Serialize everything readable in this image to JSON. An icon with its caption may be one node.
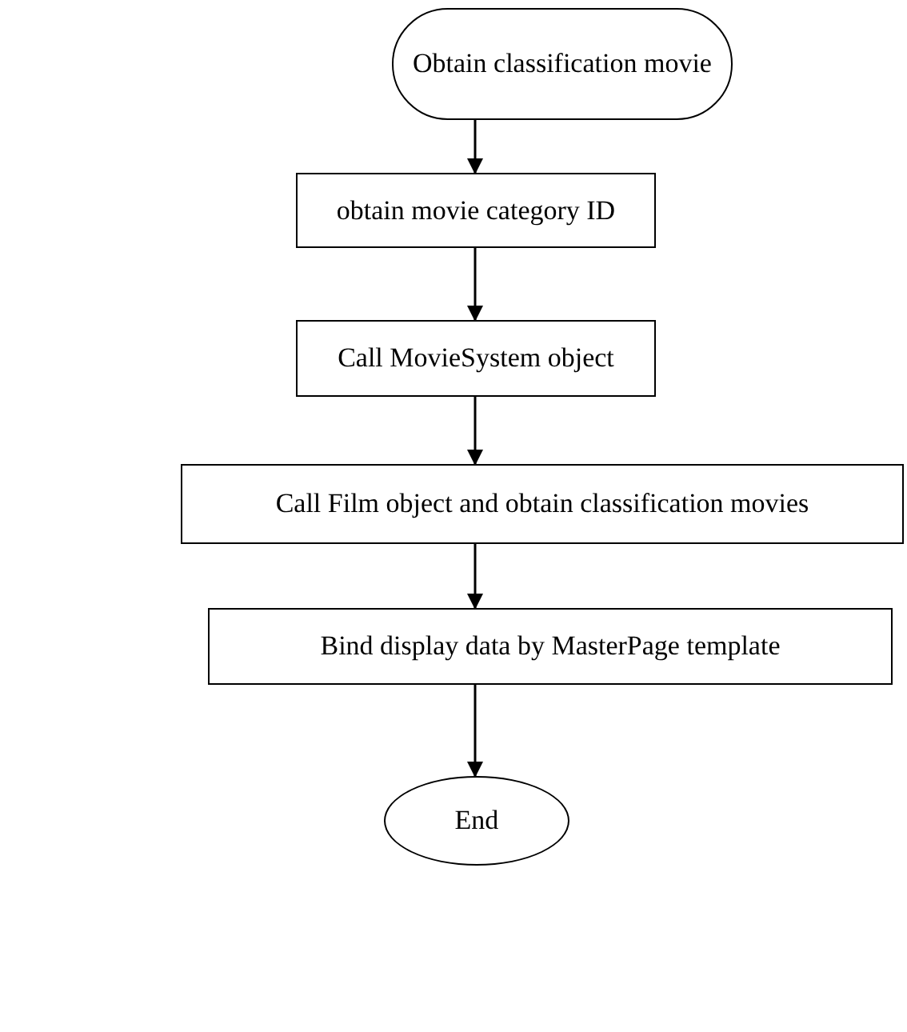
{
  "diagram": {
    "nodes": [
      {
        "text": [
          "Obtain classification movie"
        ]
      },
      {
        "text": [
          "obtain movie category ID"
        ]
      },
      {
        "text": [
          "Call MovieSystem object"
        ]
      },
      {
        "text": [
          "Call Film object and obtain classification movies"
        ]
      },
      {
        "text": [
          "Bind display data by MasterPage template"
        ]
      },
      {
        "text": [
          "End"
        ]
      }
    ],
    "edges": [
      {
        "from": 0,
        "to": 1,
        "arrow": "to"
      },
      {
        "from": 1,
        "to": 2,
        "arrow": "to"
      },
      {
        "from": 2,
        "to": 3,
        "arrow": "to"
      },
      {
        "from": 3,
        "to": 4,
        "arrow": "to"
      },
      {
        "from": 4,
        "to": 5,
        "arrow": "to"
      }
    ]
  }
}
